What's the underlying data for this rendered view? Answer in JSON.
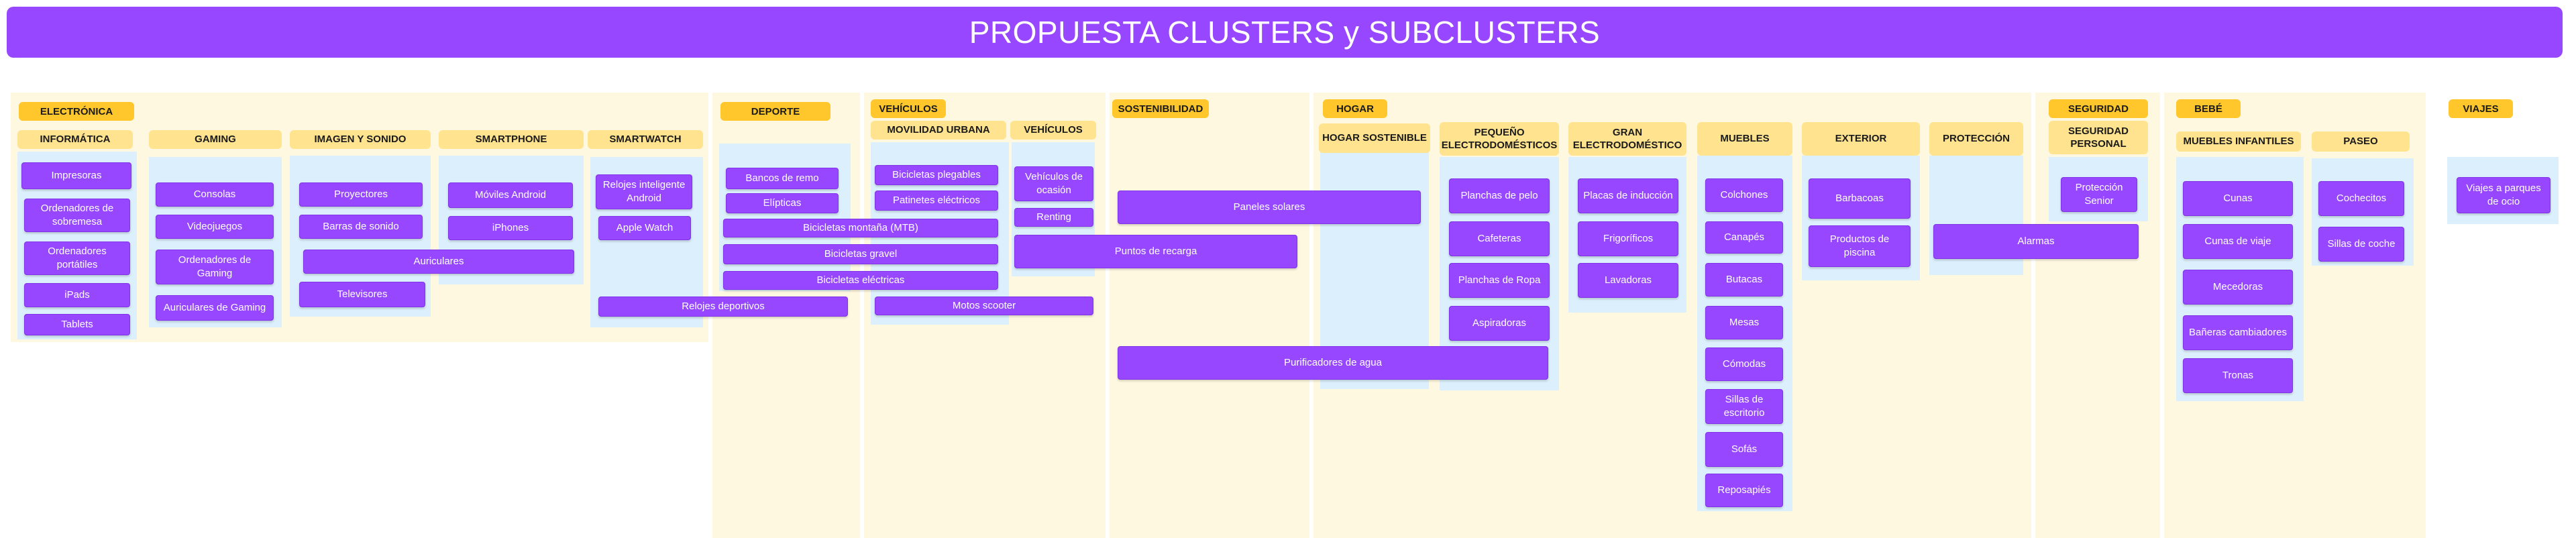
{
  "title": "PROPUESTA CLUSTERS y SUBCLUSTERS",
  "colors": {
    "item": "#9747ff",
    "section": "#fff8e1",
    "label": "#ffc72c",
    "sublabel": "#ffe38f",
    "area": "#dbeffc"
  },
  "sections": {
    "electronica": "ELECTRÓNICA",
    "deporte": "DEPORTE",
    "vehiculos": "VEHÍCULOS",
    "sostenibilidad": "SOSTENIBILIDAD",
    "hogar": "HOGAR",
    "seguridad": "SEGURIDAD",
    "bebe": "BEBÉ",
    "viajes": "VIAJES"
  },
  "subclusters": {
    "informatica": "INFORMÁTICA",
    "gaming": "GAMING",
    "imagen_sonido": "IMAGEN Y SONIDO",
    "smartphone": "SMARTPHONE",
    "smartwatch": "SMARTWATCH",
    "movilidad_urbana": "MOVILIDAD URBANA",
    "vehiculos": "VEHÍCULOS",
    "hogar_sostenible": "HOGAR SOSTENIBLE",
    "pequeno_electro": "PEQUEÑO ELECTRODOMÉSTICOS",
    "gran_electro": "GRAN ELECTRODOMÉSTICO",
    "muebles": "MUEBLES",
    "exterior": "EXTERIOR",
    "proteccion": "PROTECCIÓN",
    "seguridad_personal": "SEGURIDAD PERSONAL",
    "muebles_infantiles": "MUEBLES INFANTILES",
    "paseo": "PASEO"
  },
  "items": {
    "impresoras": "Impresoras",
    "ordenadores_sobremesa": "Ordenadores de sobremesa",
    "ordenadores_portatiles": "Ordenadores portátiles",
    "ipads": "iPads",
    "tablets": "Tablets",
    "consolas": "Consolas",
    "videojuegos": "Videojuegos",
    "ordenadores_gaming": "Ordenadores de Gaming",
    "auriculares_gaming": "Auriculares de Gaming",
    "proyectores": "Proyectores",
    "barras_sonido": "Barras de sonido",
    "auriculares": "Auriculares",
    "televisores": "Televisores",
    "moviles_android": "Móviles Android",
    "iphones": "iPhones",
    "relojes_inteligente_android": "Relojes inteligente Android",
    "apple_watch": "Apple Watch",
    "relojes_deportivos": "Relojes deportivos",
    "bancos_remo": "Bancos de remo",
    "elipticas": "Elípticas",
    "bicicletas_montana": "Bicicletas montaña (MTB)",
    "bicicletas_gravel": "Bicicletas gravel",
    "bicicletas_electricas": "Bicicletas eléctricas",
    "bicicletas_plegables": "Bicicletas plegables",
    "patinetes_electricos": "Patinetes eléctricos",
    "motos_scooter": "Motos scooter",
    "vehiculos_ocasion": "Vehículos de ocasión",
    "renting": "Renting",
    "puntos_recarga": "Puntos de recarga",
    "paneles_solares": "Paneles solares",
    "purificadores_agua": "Purificadores de agua",
    "planchas_pelo": "Planchas de pelo",
    "cafeteras": "Cafeteras",
    "planchas_ropa": "Planchas de Ropa",
    "aspiradoras": "Aspiradoras",
    "placas_induccion": "Placas de inducción",
    "frigorificos": "Frigoríficos",
    "lavadoras": "Lavadoras",
    "colchones": "Colchones",
    "canapes": "Canapés",
    "butacas": "Butacas",
    "mesas": "Mesas",
    "comodas": "Cómodas",
    "sillas_escritorio": "Sillas de escritorio",
    "sofas": "Sofás",
    "reposapies": "Reposapiés",
    "barbacoas": "Barbacoas",
    "productos_piscina": "Productos de piscina",
    "alarmas": "Alarmas",
    "proteccion_senior": "Protección Senior",
    "cunas": "Cunas",
    "cunas_viaje": "Cunas de viaje",
    "mecedoras": "Mecedoras",
    "baneras_cambiadores": "Bañeras cambiadores",
    "tronas": "Tronas",
    "cochecitos": "Cochecitos",
    "sillas_coche": "Sillas de coche",
    "viajes_parques_ocio": "Viajes a parques de ocio"
  }
}
